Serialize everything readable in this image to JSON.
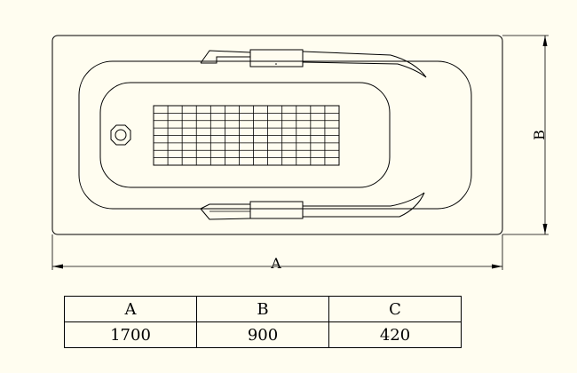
{
  "drawing": {
    "dimension_labels": {
      "length": "A",
      "width": "B"
    }
  },
  "table": {
    "headers": [
      "A",
      "B",
      "C"
    ],
    "values": [
      "1700",
      "900",
      "420"
    ]
  }
}
